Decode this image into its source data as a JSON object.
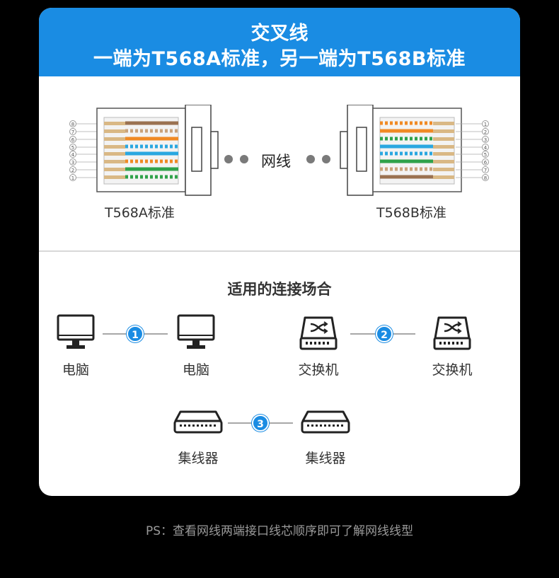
{
  "header": {
    "title": "交叉线",
    "subtitle": "一端为T568A标准，另一端为T568B标准"
  },
  "diagram": {
    "left_standard": "T568A标准",
    "right_standard": "T568B标准",
    "cable_label": "网线",
    "left_pin_numbers": [
      "8",
      "7",
      "6",
      "5",
      "4",
      "3",
      "2",
      "1"
    ],
    "right_pin_numbers": [
      "1",
      "2",
      "3",
      "4",
      "5",
      "6",
      "7",
      "8"
    ]
  },
  "scenarios": {
    "title": "适用的连接场合",
    "pairs": [
      {
        "number": "1",
        "left": "电脑",
        "right": "电脑",
        "icon": "monitor-icon"
      },
      {
        "number": "2",
        "left": "交换机",
        "right": "交换机",
        "icon": "switch-icon"
      },
      {
        "number": "3",
        "left": "集线器",
        "right": "集线器",
        "icon": "hub-icon"
      }
    ]
  },
  "footer": {
    "note": "PS：查看网线两端接口线芯顺序即可了解网线线型"
  },
  "colors": {
    "accent": "#1a8ce3",
    "orange": "#f08a24",
    "green": "#2fa24a",
    "blue": "#2aa7e0",
    "brown": "#9a7150",
    "tan": "#d9b885"
  }
}
